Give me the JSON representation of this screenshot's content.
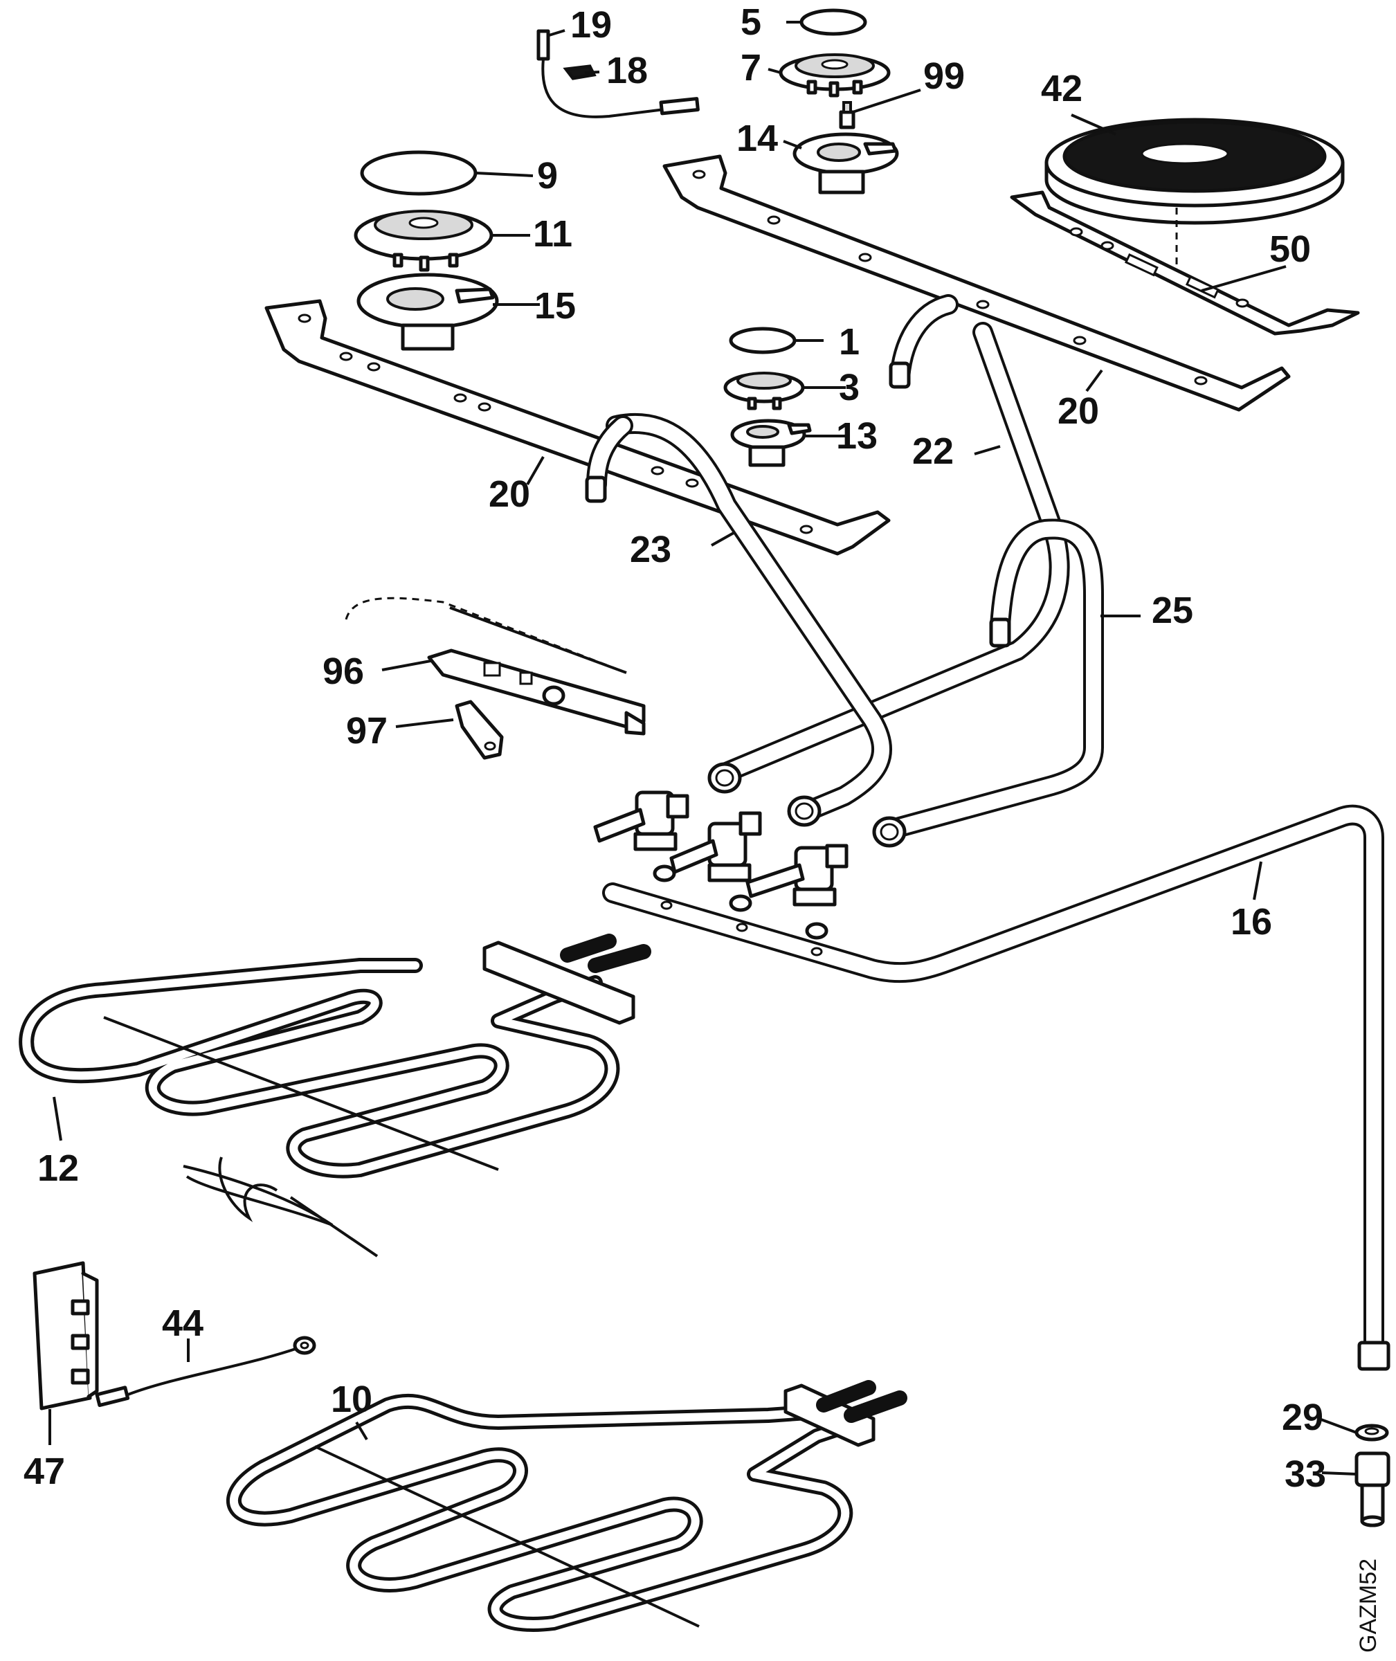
{
  "diagram": {
    "code_label": "GAZM52",
    "callouts": {
      "c19": "19",
      "c18": "18",
      "c5": "5",
      "c7": "7",
      "c99": "99",
      "c14": "14",
      "c42": "42",
      "c9": "9",
      "c11": "11",
      "c15": "15",
      "c50": "50",
      "c1": "1",
      "c3": "3",
      "c13": "13",
      "c20a": "20",
      "c20b": "20",
      "c22": "22",
      "c23": "23",
      "c25": "25",
      "c96": "96",
      "c97": "97",
      "c16": "16",
      "c12": "12",
      "c44": "44",
      "c10": "10",
      "c47": "47",
      "c29": "29",
      "c33": "33"
    }
  }
}
